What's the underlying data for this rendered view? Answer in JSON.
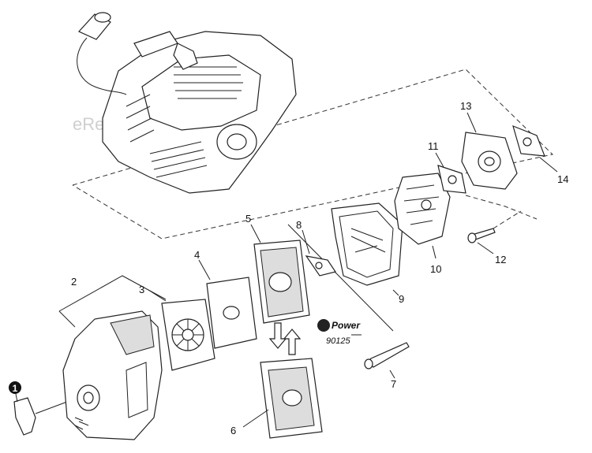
{
  "watermark": "eReplacementParts.com",
  "callouts": {
    "c1": "1",
    "c2": "2",
    "c3": "3",
    "c4": "4",
    "c5": "5",
    "c6": "6",
    "c7": "7",
    "c8": "8",
    "c9": "9",
    "c10": "10",
    "c11": "11",
    "c12": "12",
    "c13": "13",
    "c14": "14"
  },
  "repower": {
    "brand": "Power",
    "part_number": "90125"
  }
}
